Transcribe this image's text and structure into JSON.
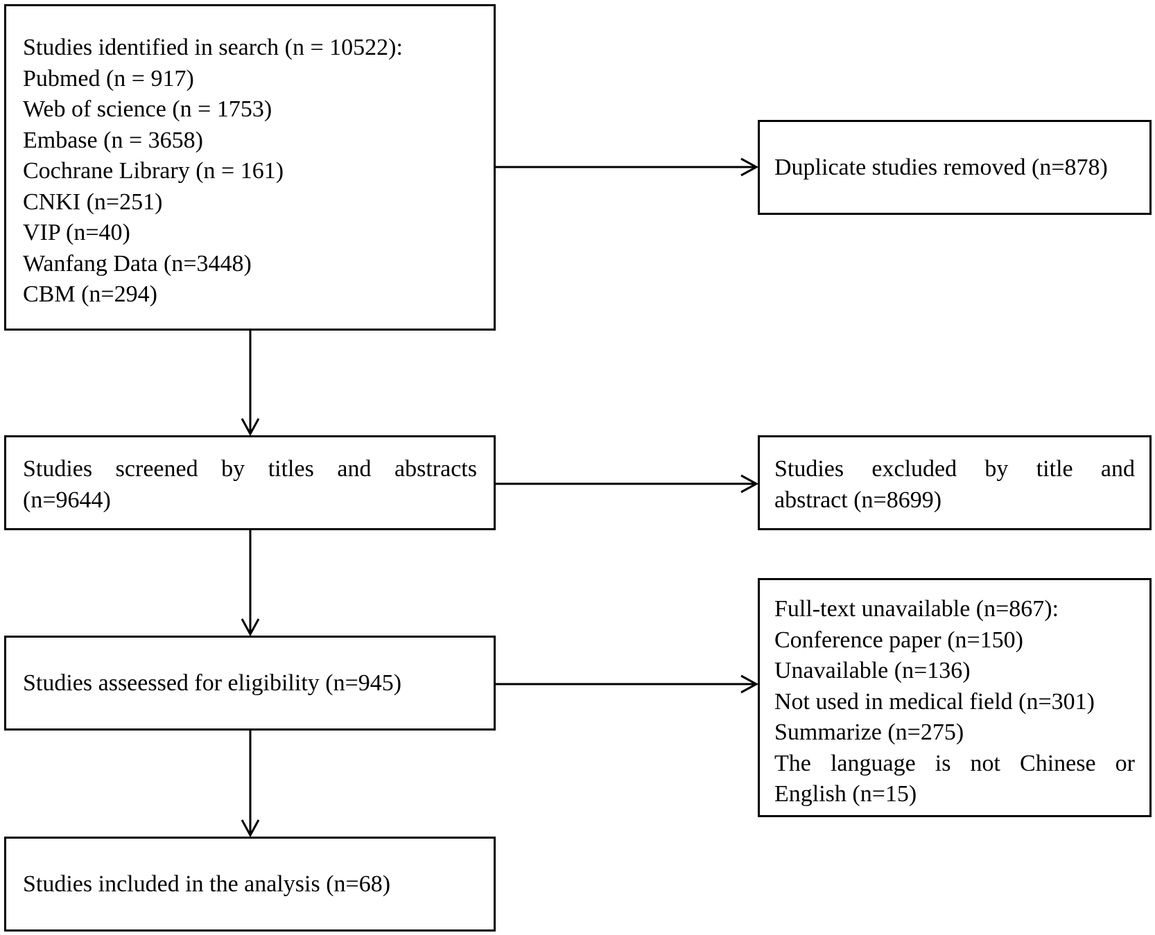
{
  "search": {
    "lines": [
      "Studies identified in search (n = 10522):",
      "Pubmed (n = 917)",
      "Web of science (n = 1753)",
      "Embase (n = 3658)",
      "Cochrane Library (n = 161)",
      "CNKI (n=251)",
      "VIP (n=40)",
      "Wanfang Data (n=3448)",
      "CBM (n=294)"
    ]
  },
  "duplicates": {
    "text": "Duplicate studies removed (n=878)"
  },
  "screened": {
    "line1": "Studies screened by titles and abstracts",
    "line2": "(n=9644)"
  },
  "excluded": {
    "line1": "Studies excluded by title and",
    "line2": "abstract (n=8699)"
  },
  "eligibility": {
    "text": "Studies asseessed for eligibility (n=945)"
  },
  "fulltext": {
    "lines": [
      "Full-text unavailable (n=867):",
      "Conference paper (n=150)",
      "Unavailable (n=136)",
      "Not used in medical field (n=301)",
      "Summarize (n=275)"
    ],
    "last_line1": "The language is not Chinese or",
    "last_line2": "English (n=15)"
  },
  "included": {
    "text": "Studies included in the analysis (n=68)"
  }
}
